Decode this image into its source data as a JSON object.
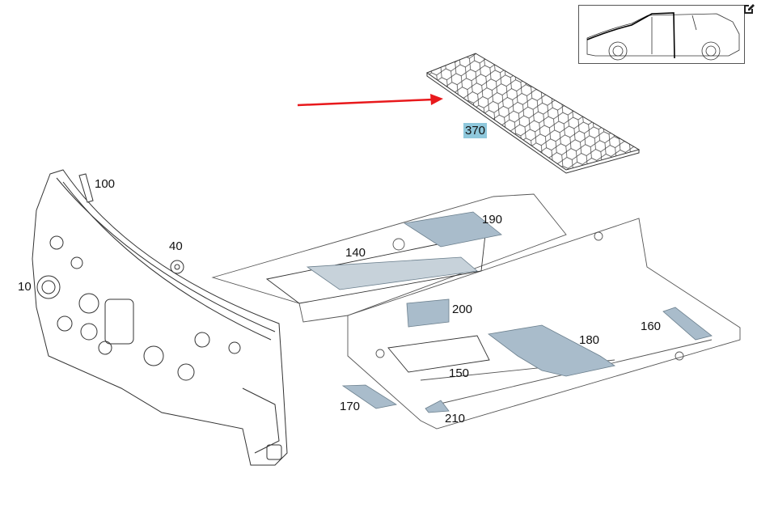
{
  "diagram": {
    "callouts": [
      {
        "id": "370",
        "label": "370",
        "highlighted": true
      },
      {
        "id": "100",
        "label": "100"
      },
      {
        "id": "40",
        "label": "40"
      },
      {
        "id": "10",
        "label": "10"
      },
      {
        "id": "190",
        "label": "190"
      },
      {
        "id": "140",
        "label": "140"
      },
      {
        "id": "200",
        "label": "200"
      },
      {
        "id": "180",
        "label": "180"
      },
      {
        "id": "160",
        "label": "160"
      },
      {
        "id": "150",
        "label": "150"
      },
      {
        "id": "170",
        "label": "170"
      },
      {
        "id": "210",
        "label": "210"
      }
    ],
    "colors": {
      "highlight": "#8fc8dc",
      "arrow": "#e8191c",
      "part_fill": "#a9bccb",
      "line": "#222222"
    },
    "icons": {
      "edit": "edit-icon",
      "vehicle_thumbnail": "car-side-icon"
    }
  }
}
